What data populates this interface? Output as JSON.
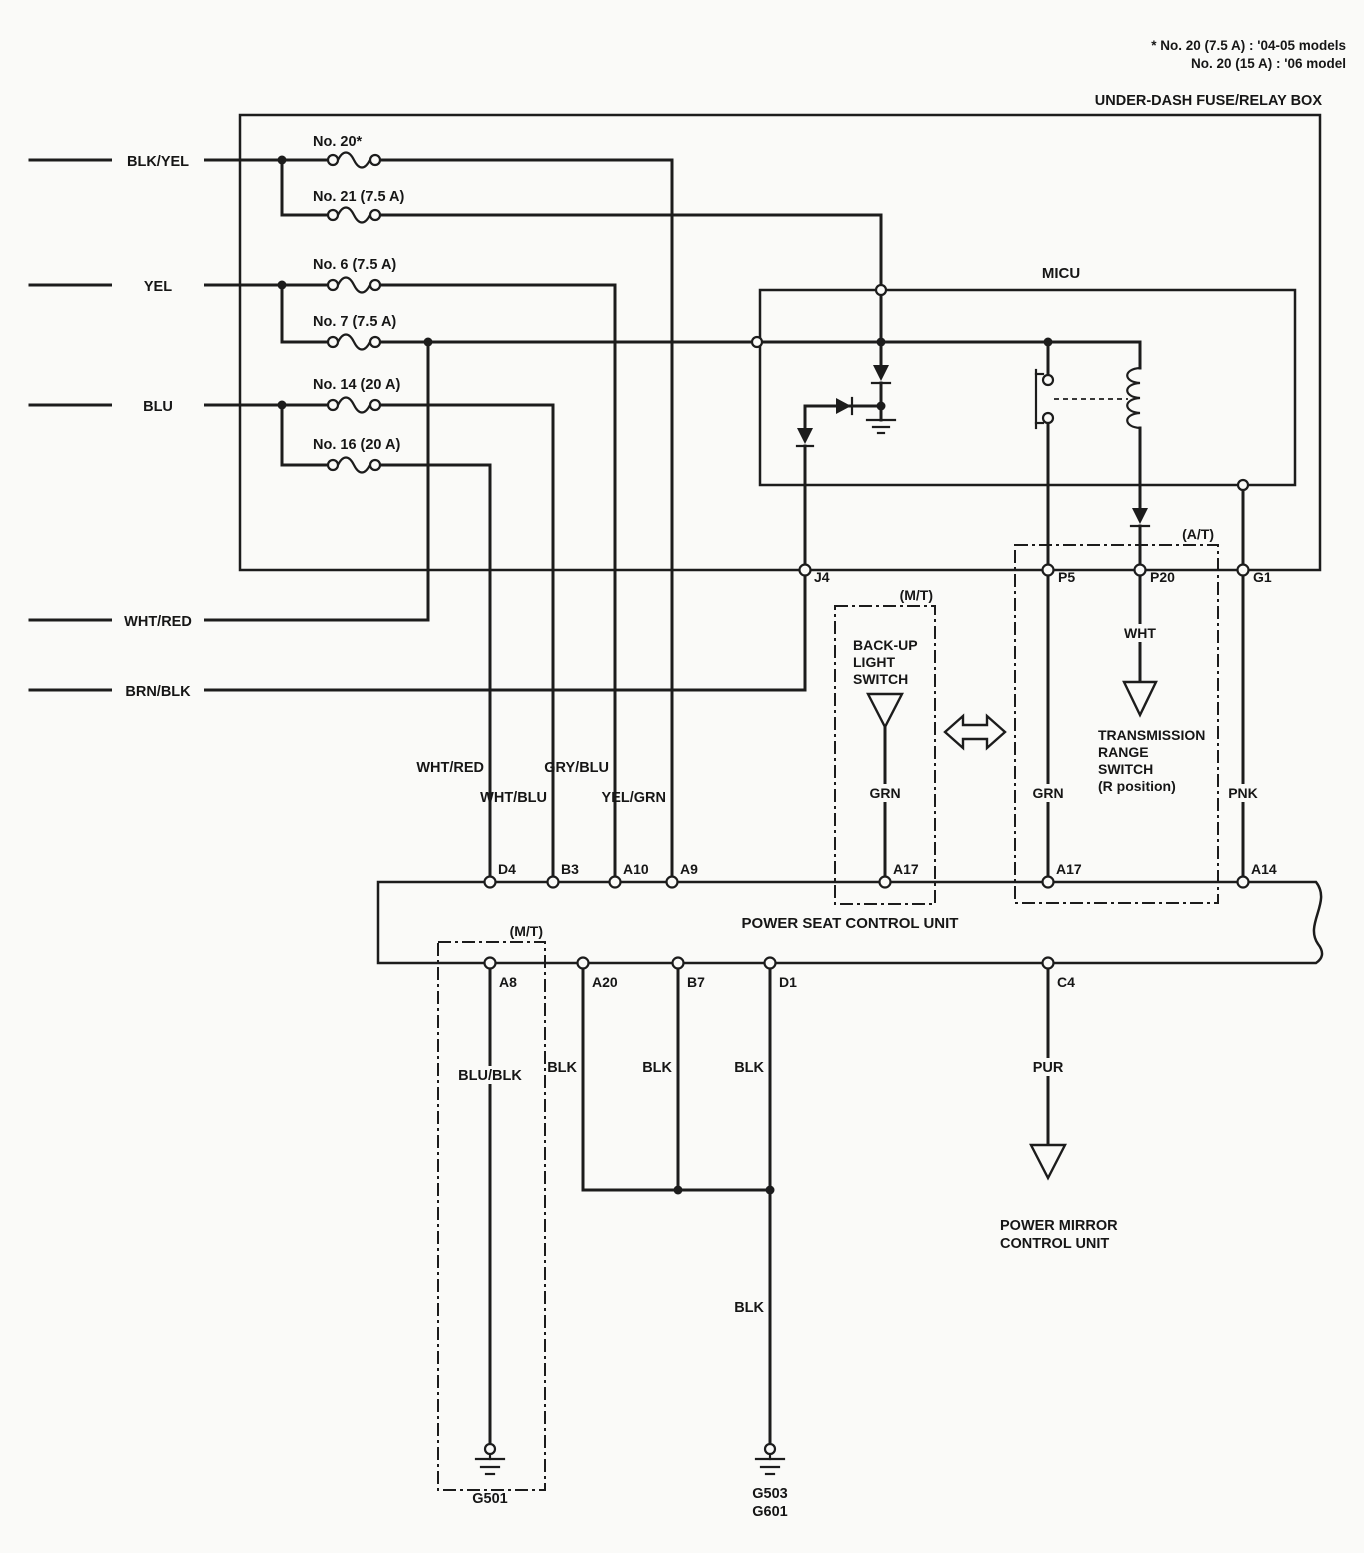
{
  "note": {
    "line1": "* No. 20 (7.5 A) : '04-05 models",
    "line2": "No. 20 (15 A) : '06 model"
  },
  "fuse_box": {
    "title": "UNDER-DASH FUSE/RELAY BOX",
    "micu": "MICU",
    "fuses": {
      "f20": "No. 20*",
      "f21": "No. 21 (7.5 A)",
      "f6": "No. 6 (7.5 A)",
      "f7": "No. 7 (7.5 A)",
      "f14": "No. 14 (20 A)",
      "f16": "No. 16 (20 A)"
    },
    "pins": {
      "j4": "J4",
      "p5": "P5",
      "p20": "P20",
      "g1": "G1"
    }
  },
  "entry_wires": {
    "blk_yel": "BLK/YEL",
    "yel": "YEL",
    "blu": "BLU",
    "wht_red": "WHT/RED",
    "brn_blk": "BRN/BLK"
  },
  "wire_labels": {
    "wht_red": "WHT/RED",
    "wht_blu": "WHT/BLU",
    "gry_blu": "GRY/BLU",
    "yel_grn": "YEL/GRN",
    "grn_mt": "GRN",
    "grn_at": "GRN",
    "pnk": "PNK",
    "wht": "WHT",
    "pur": "PUR",
    "blu_blk": "BLU/BLK",
    "blk_a20": "BLK",
    "blk_b7": "BLK",
    "blk_d1": "BLK",
    "blk_lower": "BLK"
  },
  "sections": {
    "at": "(A/T)",
    "mt_switch": "(M/T)",
    "mt_bottom": "(M/T)"
  },
  "backup_switch": {
    "l1": "BACK-UP",
    "l2": "LIGHT",
    "l3": "SWITCH"
  },
  "trans_switch": {
    "l1": "TRANSMISSION",
    "l2": "RANGE",
    "l3": "SWITCH",
    "l4": "(R position)"
  },
  "power_mirror": {
    "l1": "POWER MIRROR",
    "l2": "CONTROL UNIT"
  },
  "pscu": {
    "title": "POWER SEAT CONTROL UNIT",
    "top_pins": {
      "d4": "D4",
      "b3": "B3",
      "a10": "A10",
      "a9": "A9",
      "a17_mt": "A17",
      "a17_at": "A17",
      "a14": "A14"
    },
    "bottom_pins": {
      "a8": "A8",
      "a20": "A20",
      "b7": "B7",
      "d1": "D1",
      "c4": "C4"
    }
  },
  "grounds": {
    "g501": "G501",
    "g503": "G503",
    "g601": "G601"
  },
  "colors": {
    "line": "#1c1c1c",
    "background": "#fafaf8"
  }
}
